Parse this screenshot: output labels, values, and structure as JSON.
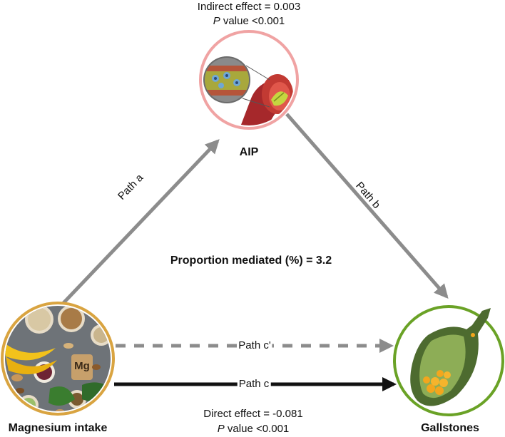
{
  "indirect": {
    "effect_label": "Indirect effect = 0.003",
    "p_letter": "P",
    "p_rest": " value <0.001"
  },
  "direct": {
    "effect_label": "Direct effect = -0.081",
    "p_letter": "P",
    "p_rest": " value <0.001"
  },
  "proportion_label": "Proportion mediated (%) = 3.2",
  "nodes": {
    "mediator": "AIP",
    "exposure": "Magnesium intake",
    "outcome": "Gallstones",
    "exposure_inset_text": "Mg"
  },
  "paths": {
    "a": "Path a",
    "b": "Path b",
    "c_prime": "Path c'",
    "c": "Path c"
  },
  "colors": {
    "arrow_gray": "#8c8c8c",
    "arrow_black": "#111111",
    "mediator_ring": "#f0a3a3",
    "exposure_ring": "#d9a441",
    "outcome_ring": "#6aa226"
  }
}
